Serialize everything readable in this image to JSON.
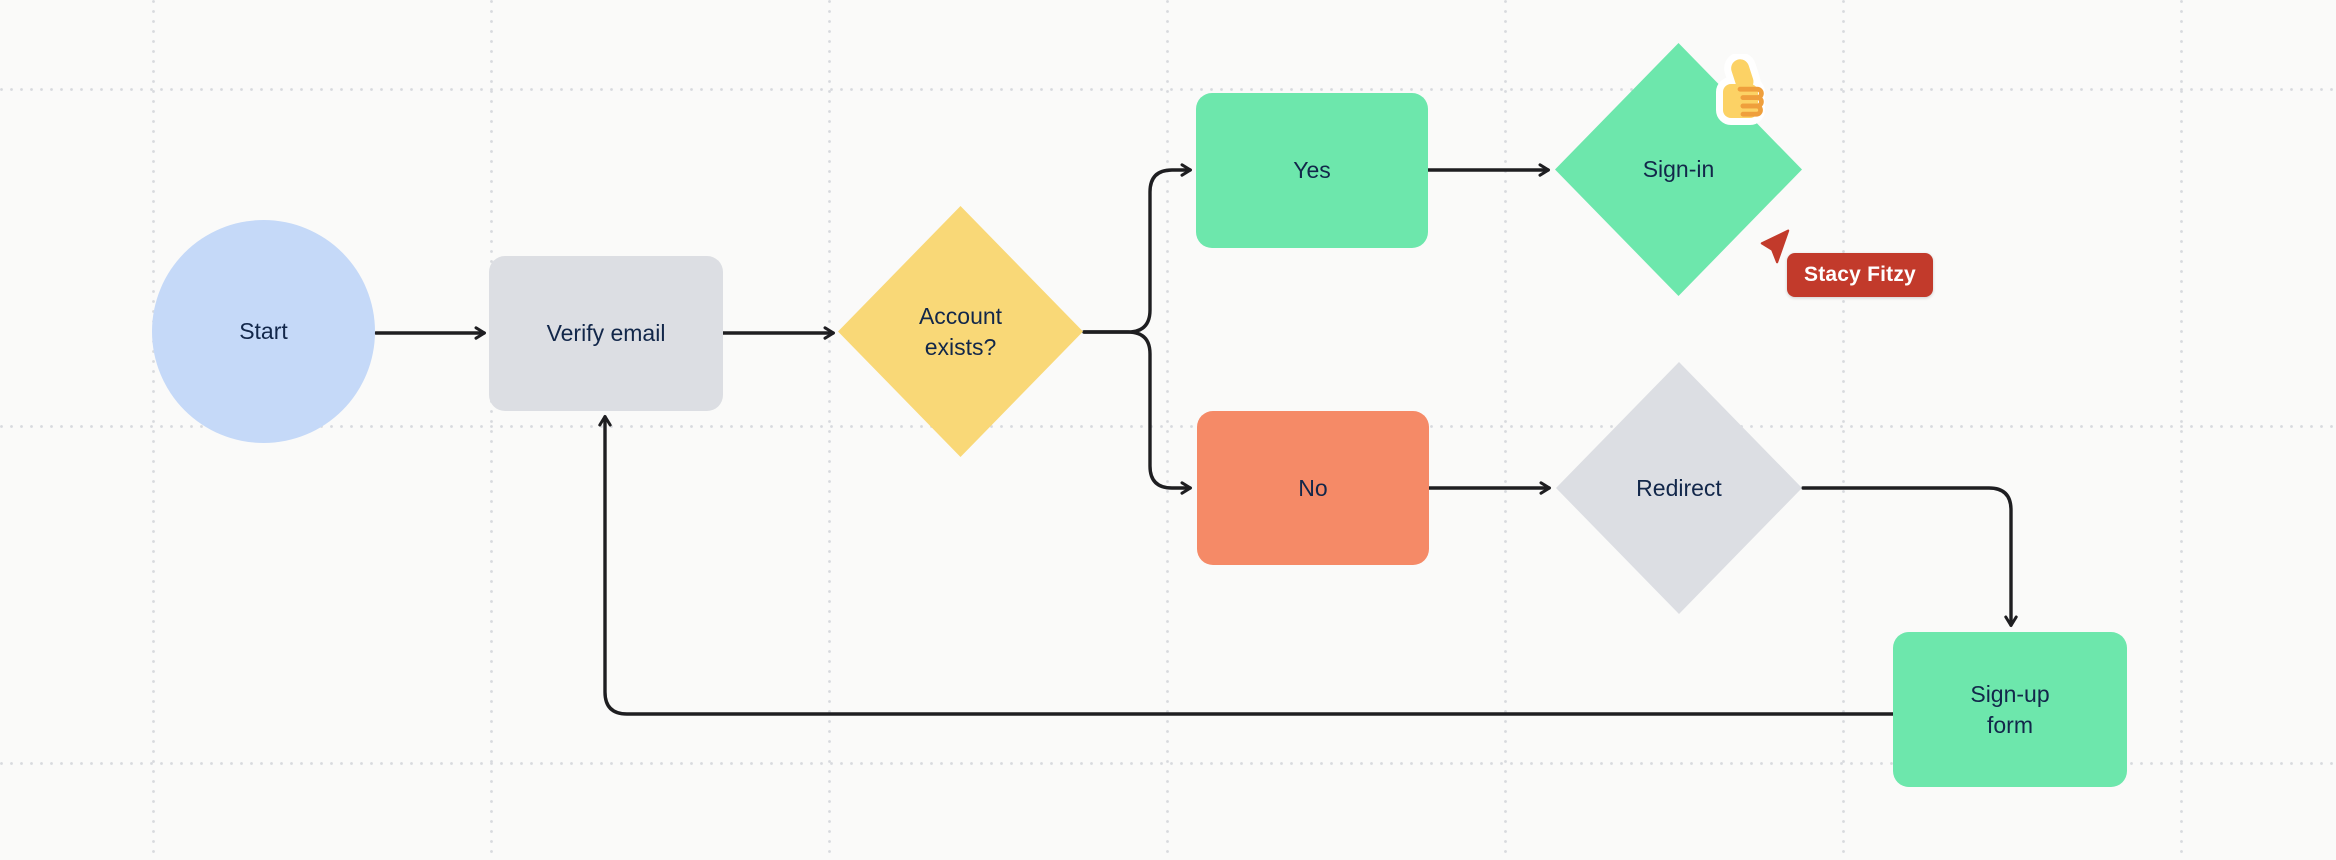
{
  "canvas": {
    "background": "#fafaf9",
    "grid_dot_color": "#d8dade"
  },
  "nodes": {
    "start": {
      "label": "Start",
      "shape": "circle",
      "color": "#c5d9f8"
    },
    "verify_email": {
      "label": "Verify email",
      "shape": "rounded-rect",
      "color": "#dcdee3"
    },
    "account_exists": {
      "label": "Account exists?",
      "shape": "diamond",
      "color": "#f9d877"
    },
    "yes": {
      "label": "Yes",
      "shape": "rounded-rect",
      "color": "#6de7ac"
    },
    "sign_in": {
      "label": "Sign-in",
      "shape": "diamond",
      "color": "#6de7ac"
    },
    "no": {
      "label": "No",
      "shape": "rounded-rect",
      "color": "#f58a67"
    },
    "redirect": {
      "label": "Redirect",
      "shape": "diamond",
      "color": "#dcdee3"
    },
    "sign_up_form": {
      "label": "Sign-up form",
      "shape": "rounded-rect",
      "color": "#6de7ac"
    }
  },
  "connectors": {
    "color": "#1e1e21",
    "list": [
      "start to verify_email",
      "verify_email to account_exists",
      "account_exists to yes",
      "account_exists to no",
      "yes to sign_in",
      "no to redirect",
      "redirect to sign_up_form",
      "sign_up_form to verify_email"
    ]
  },
  "collaborator": {
    "name": "Stacy Fitzy",
    "cursor_color": "#c23a2b"
  },
  "sticker": {
    "name": "thumbs-up",
    "emoji": "👍"
  },
  "text_color": "#12274a"
}
